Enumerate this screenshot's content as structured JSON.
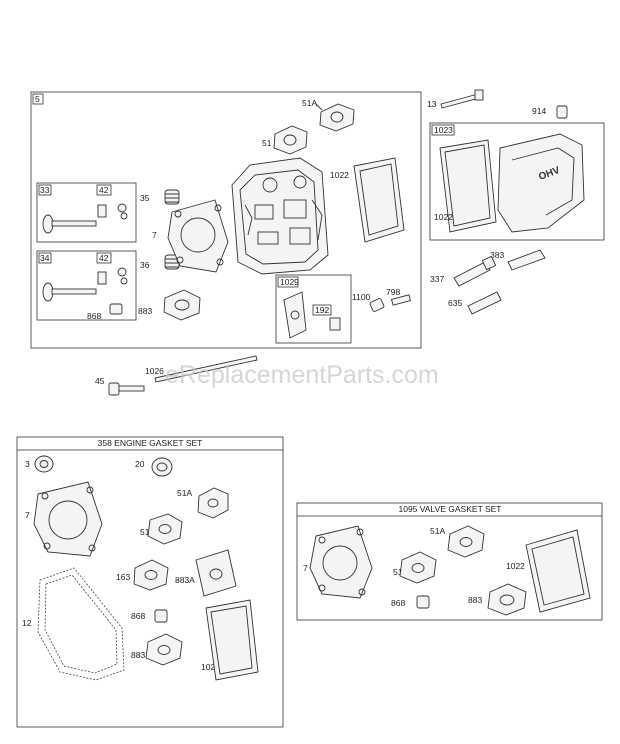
{
  "watermark": "eReplacementParts.com",
  "sets": {
    "engine_gasket_set": "358 ENGINE GASKET SET",
    "valve_gasket_set": "1095 VALVE GASKET SET"
  },
  "callouts": {
    "c5": "5",
    "c51A": "51A",
    "c51": "51",
    "c1022": "1022",
    "c13": "13",
    "c914": "914",
    "c1023": "1023",
    "c1022b": "1022",
    "c33": "33",
    "c42a": "42",
    "c35": "35",
    "c7": "7",
    "c34": "34",
    "c42b": "42",
    "c36": "36",
    "c868": "868",
    "c883": "883",
    "c1029": "1029",
    "c192": "192",
    "c1100": "1100",
    "c798": "798",
    "c383": "383",
    "c337": "337",
    "c635": "635",
    "c45": "45",
    "c1026": "1026",
    "e3": "3",
    "e20": "20",
    "e7": "7",
    "e51A": "51A",
    "e51": "51",
    "e163": "163",
    "e883A": "883A",
    "e12": "12",
    "e868": "868",
    "e883": "883",
    "e1022": "1022",
    "v7": "7",
    "v51A": "51A",
    "v51": "51",
    "v1022": "1022",
    "v868": "868",
    "v883": "883"
  },
  "cover_text": "OHV"
}
